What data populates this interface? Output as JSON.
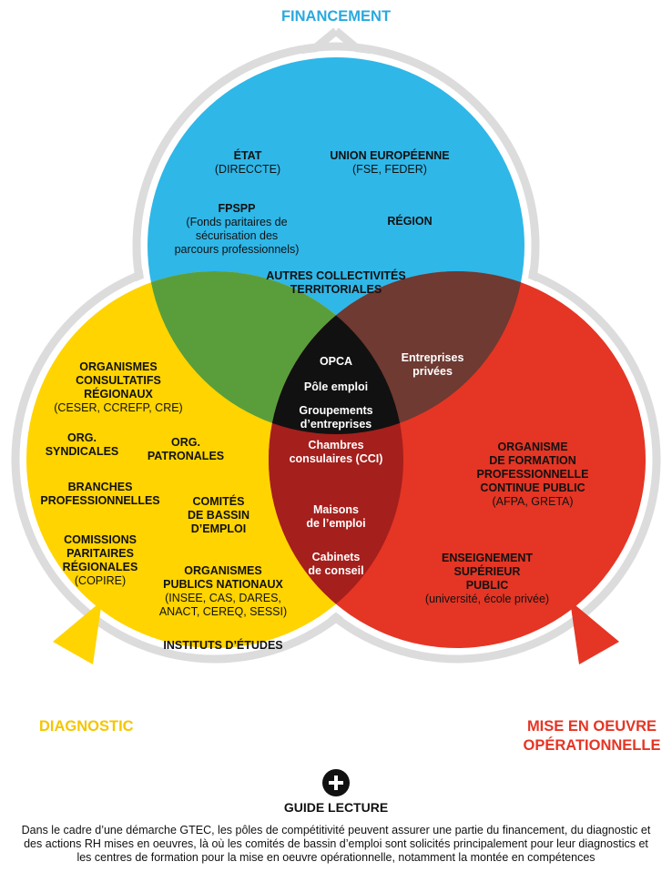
{
  "corners": {
    "top": "FINANCEMENT",
    "left": "DIAGNOSTIC",
    "right_line1": "MISE EN OEUVRE",
    "right_line2": "OPÉRATIONNELLE"
  },
  "colors": {
    "blue": "#2fb7e8",
    "yellow": "#ffd400",
    "red": "#e53524",
    "green": "#5a9e3c",
    "brown": "#6e3a32",
    "darkred": "#a51f1c",
    "black": "#111111",
    "outline": "#dcdcdc"
  },
  "financement": {
    "etat": {
      "title": "ÉTAT",
      "sub": "(DIRECCTE)"
    },
    "union": {
      "title": "UNION EUROPÉENNE",
      "sub": "(FSE, FEDER)"
    },
    "fpspp": {
      "title": "FPSPP",
      "sub1": "(Fonds paritaires de",
      "sub2": "sécurisation des",
      "sub3": "parcours professionnels)"
    },
    "region": {
      "title": "RÉGION"
    },
    "autres": {
      "line1": "AUTRES COLLECTIVITÉS",
      "line2": "TERRITORIALES"
    }
  },
  "diagnostic": {
    "organismes": {
      "line1": "ORGANISMES",
      "line2": "CONSULTATIFS",
      "line3": "RÉGIONAUX",
      "sub": "(CESER, CCREFP, CRE)"
    },
    "org_synd": {
      "line1": "ORG.",
      "line2": "SYNDICALES"
    },
    "org_patr": {
      "line1": "ORG.",
      "line2": "PATRONALES"
    },
    "branches": {
      "line1": "BRANCHES",
      "line2": "PROFESSIONNELLES"
    },
    "comites": {
      "line1": "COMITÉS",
      "line2": "DE BASSIN",
      "line3": "D’EMPLOI"
    },
    "commissions": {
      "line1": "COMISSIONS",
      "line2": "PARITAIRES",
      "line3": "RÉGIONALES",
      "sub": "(COPIRE)"
    },
    "publics": {
      "line1": "ORGANISMES",
      "line2": "PUBLICS NATIONAUX",
      "sub1": "(INSEE, CAS, DARES,",
      "sub2": "ANACT, CEREQ, SESSI)"
    },
    "instituts": {
      "title": "INSTITUTS D’ÉTUDES"
    }
  },
  "mise": {
    "organisme": {
      "line1": "ORGANISME",
      "line2": "DE FORMATION",
      "line3": "PROFESSIONNELLE",
      "line4": "CONTINUE PUBLIC",
      "sub": "(AFPA, GRETA)"
    },
    "enseignement": {
      "line1": "ENSEIGNEMENT",
      "line2": "SUPÉRIEUR",
      "line3": "PUBLIC",
      "sub": "(université, école privée)"
    }
  },
  "overlaps": {
    "entreprises": {
      "line1": "Entreprises",
      "line2": "privées"
    },
    "maisons": {
      "line1": "Maisons",
      "line2": "de l’emploi"
    },
    "cabinets": {
      "line1": "Cabinets",
      "line2": "de conseil"
    }
  },
  "center": {
    "opca": "OPCA",
    "pole": "Pôle emploi",
    "groupements1": "Groupements",
    "groupements2": "d’entreprises",
    "chambres1": "Chambres",
    "chambres2": "consulaires (CCI)"
  },
  "guide": {
    "title": "GUIDE LECTURE",
    "text": "Dans le cadre d’une démarche GTEC, les pôles de compétitivité peuvent assurer une partie du financement, du diagnostic et des actions RH mises en oeuvres, là où les comités de bassin d’emploi sont solicités principalement pour leur diagnostics et les centres de formation pour la mise en oeuvre opérationnelle, notamment la montée en compétences"
  }
}
